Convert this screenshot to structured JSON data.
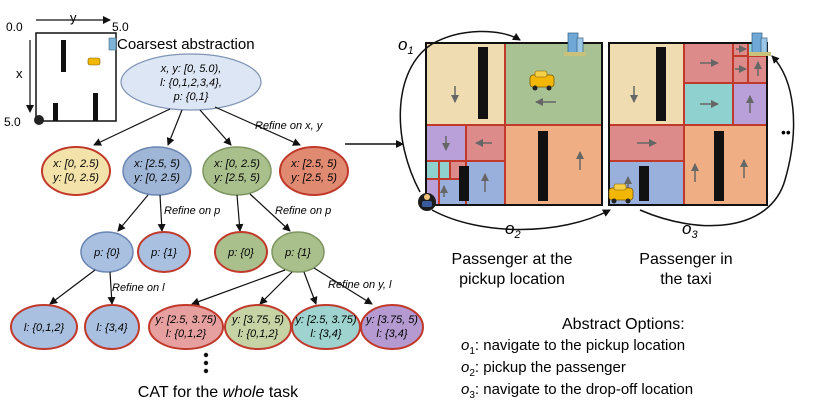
{
  "minigrid": {
    "origin_label": "0.0",
    "y_label": "y",
    "y_max_label": "5.0",
    "x_label": "x",
    "x_max_label": "5.0"
  },
  "tree": {
    "root_title": "Coarsest abstraction",
    "root_lines": [
      "x, y: [0, 5.0),",
      "l: {0,1,2,3,4},",
      "p: {0,1}"
    ],
    "refine_xy": "Refine on x, y",
    "level1": [
      {
        "l1": "x: [0, 2.5)",
        "l2": "y: [0, 2.5)",
        "fill": "#f3e2a9",
        "stroke": "#c0392b"
      },
      {
        "l1": "x: [2.5, 5)",
        "l2": "y: [0, 2.5)",
        "fill": "#9fb6d6",
        "stroke": "#6a85b0"
      },
      {
        "l1": "x: [0, 2.5)",
        "l2": "y: [2.5, 5)",
        "fill": "#a9bf8c",
        "stroke": "#7d9560"
      },
      {
        "l1": "x: [2.5, 5)",
        "l2": "y: [2.5, 5)",
        "fill": "#e08a72",
        "stroke": "#c0392b"
      }
    ],
    "refine_p_left": "Refine on p",
    "refine_p_right": "Refine on p",
    "level2": [
      {
        "label": "p: {0}",
        "fill": "#a9c0e0",
        "stroke": "#6a85b0"
      },
      {
        "label": "p: {1}",
        "fill": "#a9c0e0",
        "stroke": "#c0392b"
      },
      {
        "label": "p: {0}",
        "fill": "#a9bf8c",
        "stroke": "#c0392b"
      },
      {
        "label": "p: {1}",
        "fill": "#a9bf8c",
        "stroke": "#7d9560"
      }
    ],
    "refine_l": "Refine on l",
    "refine_yl": "Refine on y, l",
    "level3": [
      {
        "l1": "l: {0,1,2}",
        "l2": "",
        "fill": "#a9c0e0",
        "stroke": "#c0392b"
      },
      {
        "l1": "l: {3,4}",
        "l2": "",
        "fill": "#a9c0e0",
        "stroke": "#c0392b"
      },
      {
        "l1": "y: [2.5, 3.75)",
        "l2": "l: {0,1,2}",
        "fill": "#e6a0a0",
        "stroke": "#c0392b"
      },
      {
        "l1": "y: [3.75, 5)",
        "l2": "l: {0,1,2}",
        "fill": "#c6d3a4",
        "stroke": "#c0392b"
      },
      {
        "l1": "y: [2.5, 3.75)",
        "l2": "l: {3,4}",
        "fill": "#9ed3cf",
        "stroke": "#c0392b"
      },
      {
        "l1": "y: [3.75, 5)",
        "l2": "l: {3,4}",
        "fill": "#b49ad0",
        "stroke": "#c0392b"
      }
    ],
    "caption_pre": "CAT for the ",
    "caption_em": "whole",
    "caption_post": " task"
  },
  "options_panel": {
    "o1_label": "o",
    "o1_sub": "1",
    "o2_label": "o",
    "o2_sub": "2",
    "o3_label": "o",
    "o3_sub": "3",
    "grid1_caption": [
      "Passenger at the",
      "pickup location"
    ],
    "grid2_caption": [
      "Passenger in",
      "the taxi"
    ],
    "ellipsis": "••",
    "heading": "Abstract Options:",
    "list": [
      {
        "sym": "o",
        "sub": "1",
        "text": ": navigate to the pickup location"
      },
      {
        "sym": "o",
        "sub": "2",
        "text": ": pickup the passenger"
      },
      {
        "sym": "o",
        "sub": "3",
        "text": ": navigate to the drop-off location"
      }
    ]
  }
}
